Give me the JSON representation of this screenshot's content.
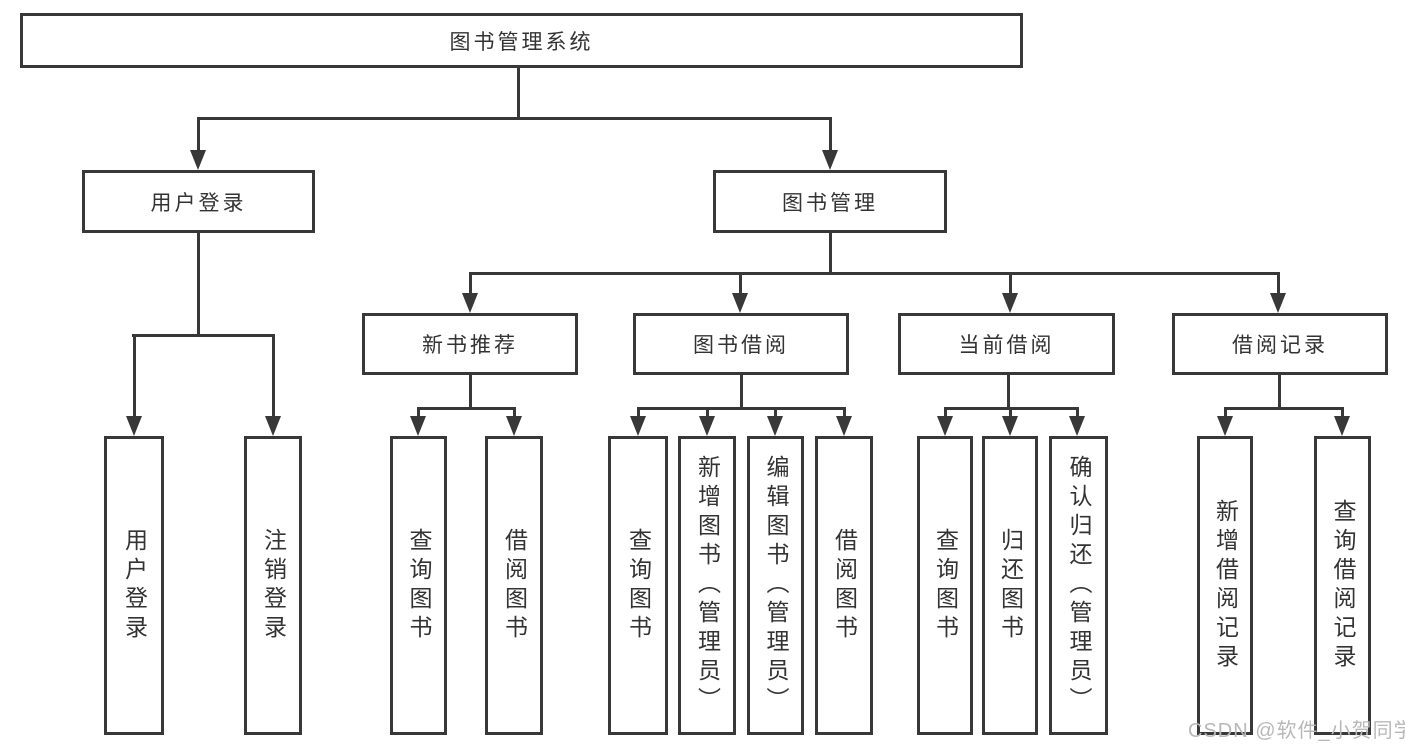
{
  "diagram": {
    "root": {
      "label": "图书管理系统"
    },
    "level1": [
      {
        "label": "用户登录"
      },
      {
        "label": "图书管理"
      }
    ],
    "level2": [
      {
        "label": "新书推荐",
        "parent": "图书管理"
      },
      {
        "label": "图书借阅",
        "parent": "图书管理"
      },
      {
        "label": "当前借阅",
        "parent": "图书管理"
      },
      {
        "label": "借阅记录",
        "parent": "图书管理"
      }
    ],
    "leaves": [
      {
        "label": "用户登录",
        "parent": "用户登录"
      },
      {
        "label": "注销登录",
        "parent": "用户登录"
      },
      {
        "label": "查询图书",
        "parent": "新书推荐"
      },
      {
        "label": "借阅图书",
        "parent": "新书推荐"
      },
      {
        "label": "查询图书",
        "parent": "图书借阅"
      },
      {
        "label": "新增图书（管理员）",
        "parent": "图书借阅"
      },
      {
        "label": "编辑图书（管理员）",
        "parent": "图书借阅"
      },
      {
        "label": "借阅图书",
        "parent": "图书借阅"
      },
      {
        "label": "查询图书",
        "parent": "当前借阅"
      },
      {
        "label": "归还图书",
        "parent": "当前借阅"
      },
      {
        "label": "确认归还（管理员）",
        "parent": "当前借阅"
      },
      {
        "label": "新增借阅记录",
        "parent": "借阅记录"
      },
      {
        "label": "查询借阅记录",
        "parent": "借阅记录"
      }
    ]
  },
  "watermark": {
    "text": "CSDN @软件_小贺同学"
  },
  "colors": {
    "line": "#383838",
    "text": "#333333",
    "watermark": "#b8b8b8",
    "background": "#ffffff"
  }
}
